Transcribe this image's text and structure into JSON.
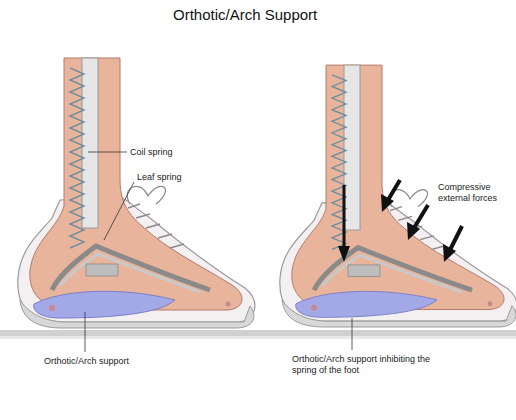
{
  "diagram": {
    "title": "Orthotic/Arch Support",
    "labels": [
      "Coil spring",
      "Leaf spring",
      "Orthotic/Arch support",
      "Compressive external forces",
      "Orthotic/Arch support inhibiting the spring of the foot"
    ]
  }
}
